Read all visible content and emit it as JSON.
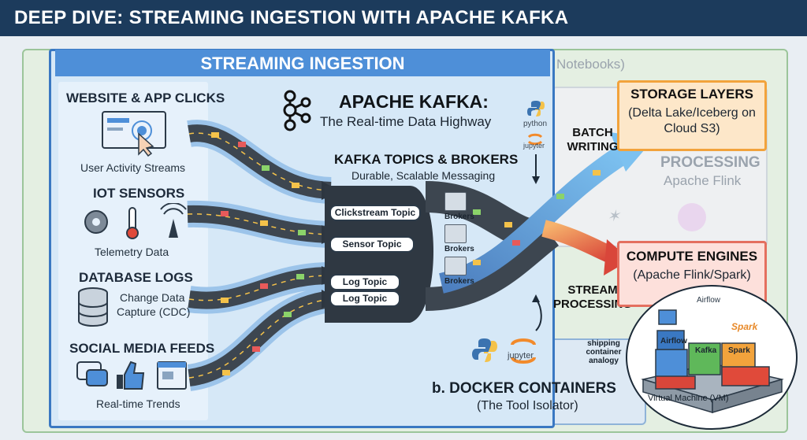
{
  "header": {
    "title": "DEEP DIVE: STREAMING INGESTION WITH APACHE KAFKA"
  },
  "background": {
    "notebooks_label": "Notebooks)",
    "processing_label": "PROCESSING",
    "flink_label": "Apache Flink"
  },
  "streaming_panel": {
    "title": "STREAMING INGESTION"
  },
  "sources": [
    {
      "title": "WEBSITE & APP CLICKS",
      "subtitle": "User Activity Streams",
      "icon": "click-monitor-icon"
    },
    {
      "title": "IOT SENSORS",
      "subtitle": "Telemetry Data",
      "icon": "sensor-icons"
    },
    {
      "title": "DATABASE LOGS",
      "subtitle": "Change Data Capture (CDC)",
      "subtitle_line1": "Change Data",
      "subtitle_line2": "Capture (CDC)",
      "icon": "database-icon"
    },
    {
      "title": "SOCIAL MEDIA FEEDS",
      "subtitle": "Real-time Trends",
      "icon": "social-icons"
    }
  ],
  "kafka": {
    "title": "APACHE KAFKA:",
    "subtitle": "The Real-time Data Highway",
    "topics_title": "KAFKA TOPICS & BROKERS",
    "topics_subtitle": "Durable, Scalable Messaging",
    "topics": [
      "Clickstream Topic",
      "Sensor Topic",
      "Log Topic",
      "Log Topic"
    ],
    "broker_label": "Brokers",
    "python_label": "python",
    "jupyter_label": "jupyter"
  },
  "flows": {
    "batch": {
      "line1": "BATCH",
      "line2": "WRITING"
    },
    "stream": {
      "line1": "STREAM",
      "line2": "PROCESSING"
    }
  },
  "storage": {
    "title": "STORAGE LAYERS",
    "line1": "(Delta Lake/Iceberg on",
    "line2": "Cloud S3)"
  },
  "compute": {
    "title": "COMPUTE ENGINES",
    "subtitle": "(Apache Flink/Spark)"
  },
  "docker": {
    "title": "b. DOCKER CONTAINERS",
    "subtitle": "(The Tool Isolator)",
    "shipping_label": "shipping container analogy",
    "vm_label": "Virtual Machine (VM)",
    "containers": [
      "Airflow",
      "Kafka",
      "Spark"
    ],
    "airflow_label": "Airflow",
    "spark_label": "Spark",
    "jupyter_label": "jupyter"
  },
  "colors": {
    "header": "#1c3b5c",
    "panel_border": "#3a78c2",
    "banner": "#4e8fd8",
    "storage": "#f2a33c",
    "compute": "#e46f5f",
    "road": "#3d4650"
  }
}
